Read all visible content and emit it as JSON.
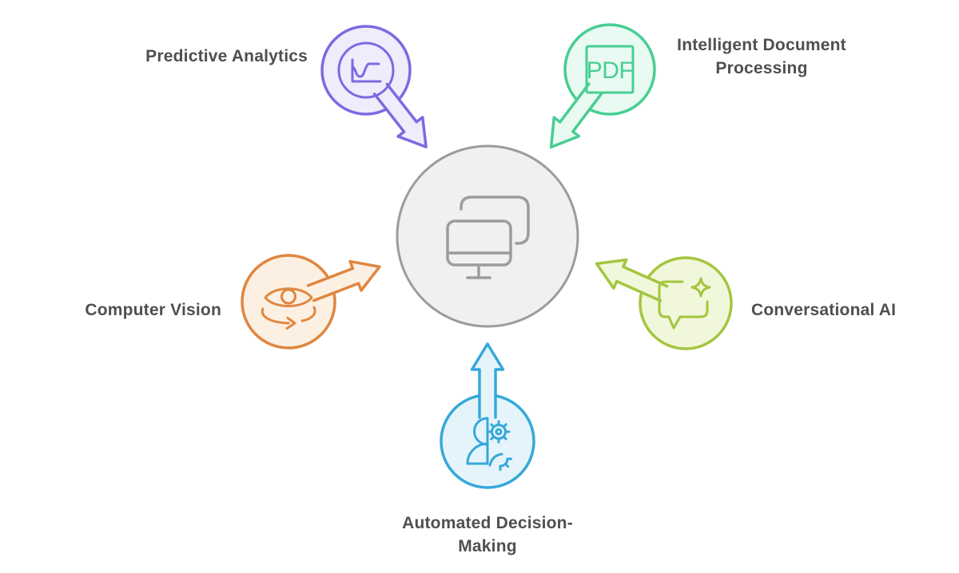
{
  "diagram": {
    "background": "#FFFFFF",
    "text_color": "#4F4F4F",
    "center": {
      "icon": "dual-monitor-icon",
      "fill": "#F0F0F0",
      "stroke": "#9C9C9C"
    },
    "nodes": {
      "predictive": {
        "label": "Predictive Analytics",
        "icon": "line-chart-icon",
        "color": "#7A6BE0",
        "fill": "#EFEDFC"
      },
      "document": {
        "label": "Intelligent Document Processing",
        "icon": "pdf-document-icon",
        "icon_text": "PDF",
        "color": "#47CE92",
        "fill": "#E9FAF2"
      },
      "vision": {
        "label": "Computer Vision",
        "icon": "eye-rotate-icon",
        "color": "#E0863F",
        "fill": "#FCF0E3"
      },
      "conversational": {
        "label": "Conversational AI",
        "icon": "chat-sparkle-icon",
        "color": "#A3C63F",
        "fill": "#F1F7DA"
      },
      "decision": {
        "label": "Automated Decision-Making",
        "icon": "person-gear-icon",
        "color": "#36A8DA",
        "fill": "#E5F4FB"
      }
    }
  }
}
